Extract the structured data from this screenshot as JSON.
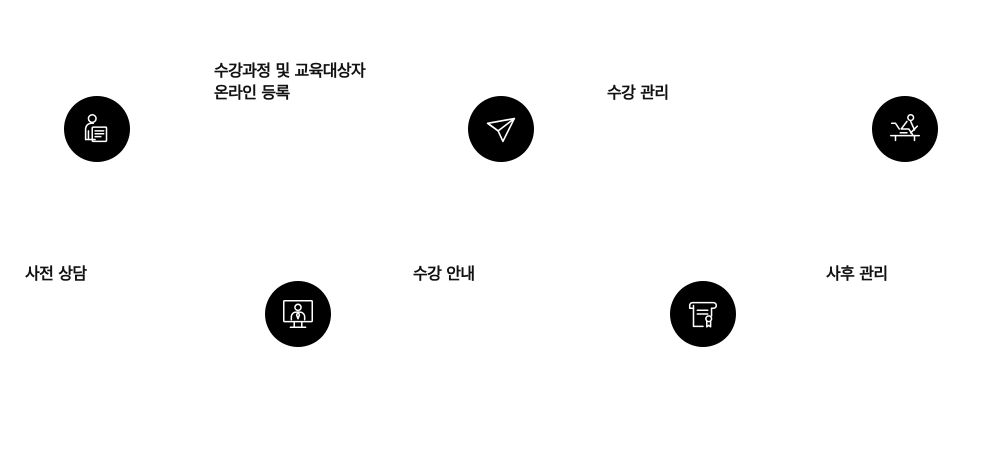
{
  "steps": [
    {
      "label": "사전 상담",
      "icon": "consultation-document-icon"
    },
    {
      "label_line1": "수강과정 및 교육대상자",
      "label_line2": "온라인 등록",
      "icon": "online-registration-monitor-icon"
    },
    {
      "label": "수강 안내",
      "icon": "paper-plane-icon"
    },
    {
      "label": "수강 관리",
      "icon": "certificate-document-icon"
    },
    {
      "label": "사후 관리",
      "icon": "desk-writing-icon"
    }
  ]
}
